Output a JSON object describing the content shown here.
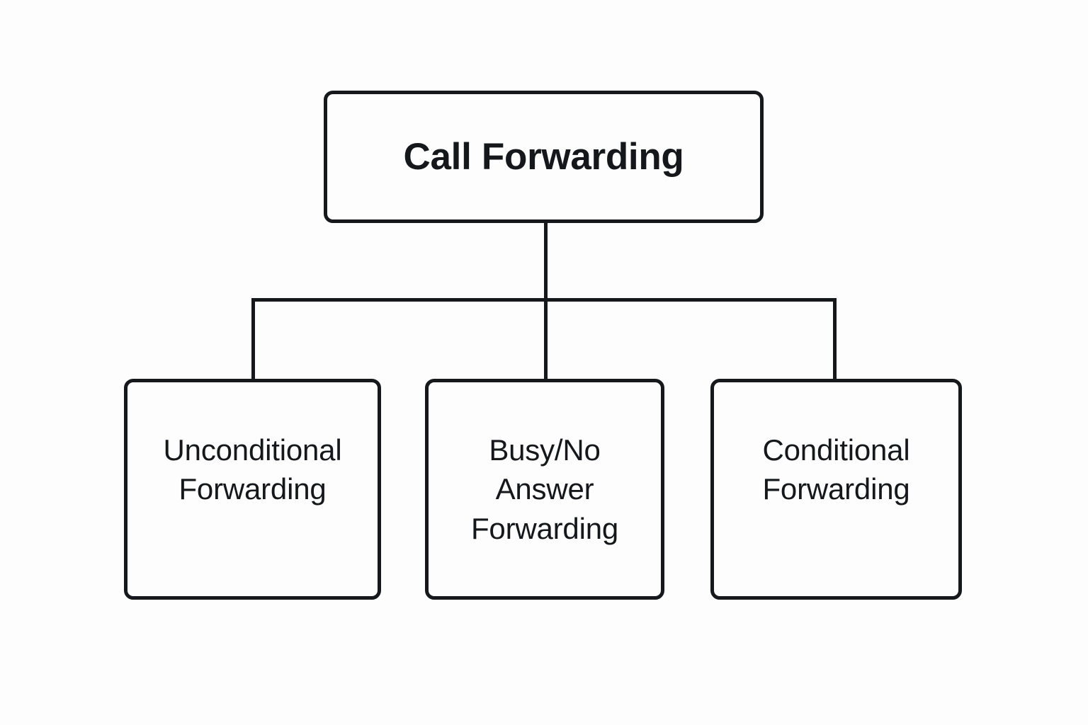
{
  "diagram": {
    "type": "tree",
    "orientation": "top-down",
    "title": "Call Forwarding",
    "background_color": "#fdfdfd",
    "stroke_color": "#16181c",
    "text_color": "#15171b",
    "root": {
      "id": "call-forwarding",
      "label": "Call Forwarding"
    },
    "children": [
      {
        "id": "unconditional-forwarding",
        "label": "Unconditional\nForwarding",
        "parent": "call-forwarding"
      },
      {
        "id": "busy-no-answer-forwarding",
        "label": "Busy/No\nAnswer\nForwarding",
        "parent": "call-forwarding"
      },
      {
        "id": "conditional-forwarding",
        "label": "Conditional\nForwarding",
        "parent": "call-forwarding"
      }
    ],
    "edges": [
      {
        "from": "call-forwarding",
        "to": "unconditional-forwarding"
      },
      {
        "from": "call-forwarding",
        "to": "busy-no-answer-forwarding"
      },
      {
        "from": "call-forwarding",
        "to": "conditional-forwarding"
      }
    ]
  }
}
